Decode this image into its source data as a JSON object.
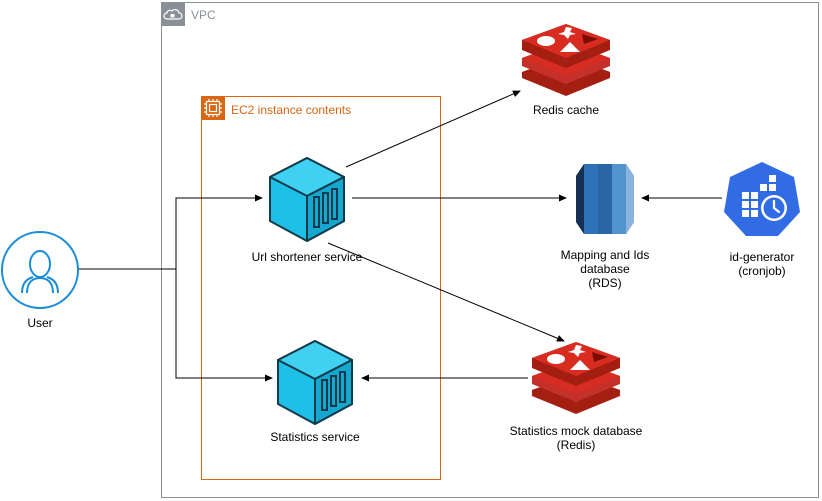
{
  "diagram": {
    "vpc": {
      "label": "VPC"
    },
    "ec2": {
      "label": "EC2 instance contents"
    },
    "nodes": {
      "user": {
        "label": "User"
      },
      "url_shortener": {
        "label": "Url shortener service"
      },
      "statistics_service": {
        "label": "Statistics service"
      },
      "redis_cache": {
        "label": "Redis cache"
      },
      "mapping_db": {
        "label_lines": [
          "Mapping and Ids",
          "database",
          "(RDS)"
        ]
      },
      "id_generator": {
        "label_lines": [
          "id-generator",
          "(cronjob)"
        ]
      },
      "stats_db": {
        "label_lines": [
          "Statistics mock database",
          "(Redis)"
        ]
      }
    },
    "colors": {
      "vpc_border": "#879196",
      "ec2_border": "#d86613",
      "user_blue": "#1a8cd8",
      "container_cyan": "#1fc0e8",
      "redis_red": "#c6302b",
      "rds_blue": "#2e73b8",
      "k8s_blue": "#326ce5"
    },
    "icons": {
      "vpc": "cloud-lock-icon",
      "ec2": "chip-icon",
      "user": "user-icon",
      "container": "container-icon",
      "redis": "redis-icon",
      "rds": "database-icon",
      "cronjob": "cronjob-icon"
    }
  }
}
